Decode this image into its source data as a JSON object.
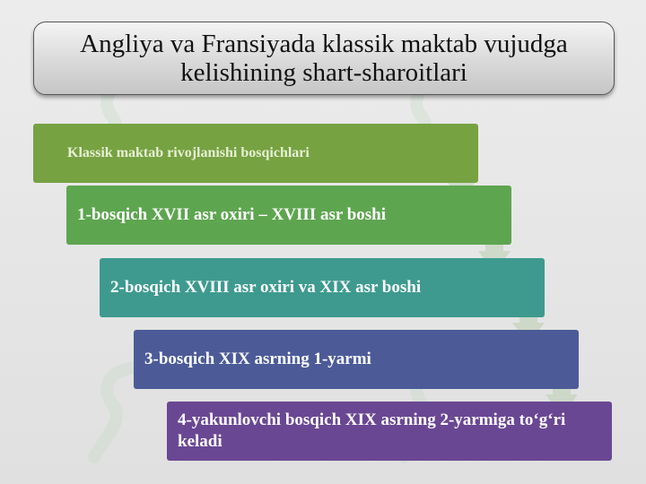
{
  "title": "Angliya va Fransiyada klassik maktab vujudga kelishining shart-sharoitlari",
  "stages": [
    "Klassik maktab rivojlanishi bosqichlari",
    "1-bosqich XVII asr oxiri – XVIII asr boshi",
    "2-bosqich XVIII asr oxiri va XIX asr boshi",
    "3-bosqich XIX asrning 1-yarmi",
    "4-yakunlovchi bosqich XIX asrning 2-yarmiga  to‘g‘ri  keladi"
  ],
  "colors": {
    "stage_0": "#76a242",
    "stage_1": "#5ea550",
    "stage_2": "#3e9a8f",
    "stage_3": "#4c5b98",
    "stage_4": "#6a4793",
    "arrow": "#c9d6c3"
  },
  "icons": {
    "arrow": "down-chevron-arrow-icon",
    "watermark": "watermark-logo"
  }
}
